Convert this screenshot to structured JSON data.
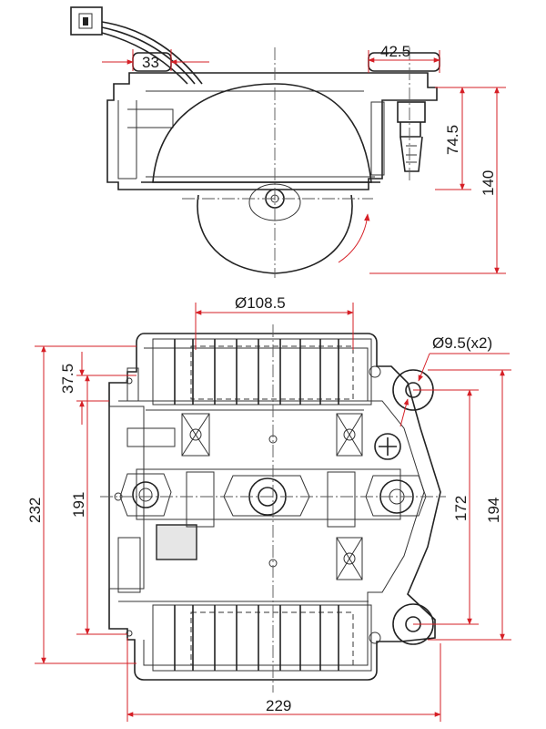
{
  "colors": {
    "dimension_line": "#d61f26",
    "outline": "#222222",
    "background": "#ffffff"
  },
  "side_view": {
    "dims": {
      "width_a": "33",
      "width_b": "42.5",
      "height_a": "74.5",
      "height_b": "140"
    }
  },
  "top_view": {
    "dims": {
      "diameter_fan": "Ø108.5",
      "diameter_holes": "Ø9.5(x2)",
      "offset": "37.5",
      "height_outer": "232",
      "height_inner": "191",
      "height_mount": "172",
      "height_mount_outer": "194",
      "width_total": "229"
    }
  }
}
